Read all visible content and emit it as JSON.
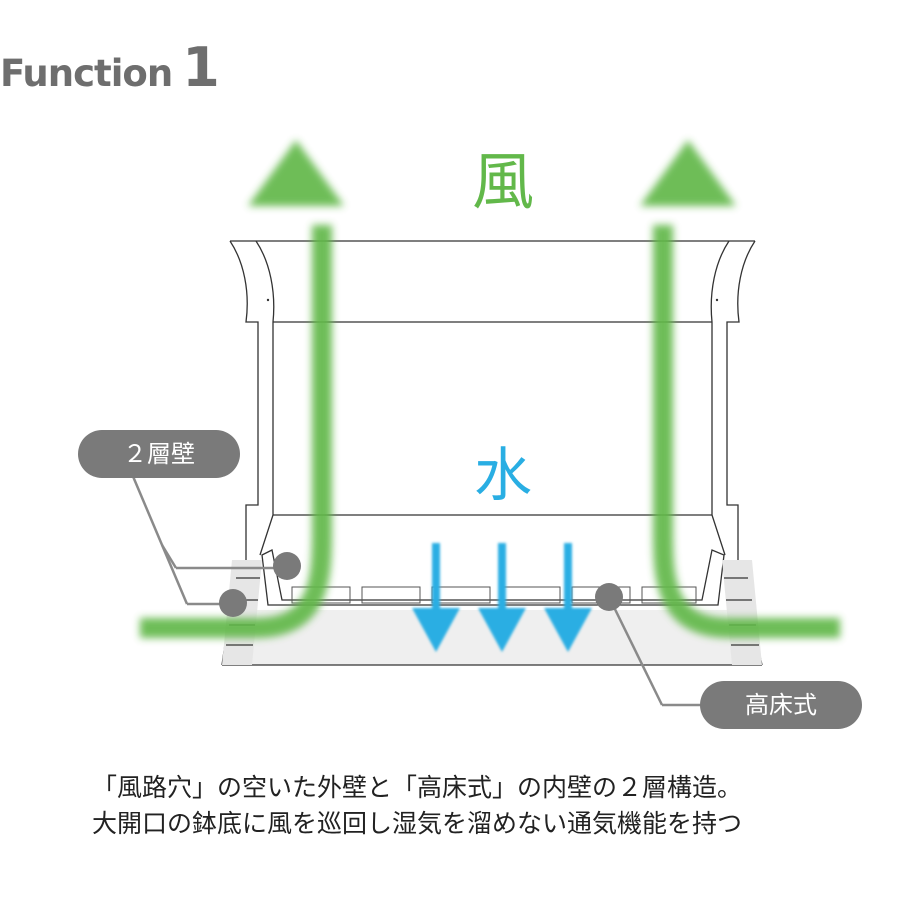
{
  "heading": {
    "word": "Function",
    "number": "1"
  },
  "diagram": {
    "wind_label": "風",
    "water_label": "水",
    "callouts": {
      "double_wall": "２層壁",
      "raised_floor": "高床式"
    },
    "colors": {
      "wind": "#62b84a",
      "water": "#29aee3",
      "callout_bg": "#7a7a7a",
      "outline": "#333333"
    }
  },
  "caption": {
    "line1": "「風路穴」の空いた外壁と「高床式」の内壁の２層構造。",
    "line2": "大開口の鉢底に風を巡回し湿気を溜めない通気機能を持つ"
  }
}
